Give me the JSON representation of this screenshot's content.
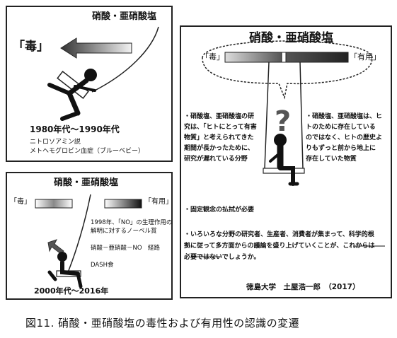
{
  "panel_top_left": {
    "title": "硝酸・亜硝酸塩",
    "label_poison": "「毒」",
    "era": "1980年代～1990年代",
    "note_line1": "ニトロソアミン説",
    "note_line2": "メトヘモグロビン血症（ブルーベビー）"
  },
  "panel_bottom_left": {
    "title": "硝酸・亜硝酸塩",
    "label_poison": "「毒」",
    "label_useful": "「有用」",
    "note_line1": "1998年、「NO」の生理作用の",
    "note_line2": "解明に対するノーベル賞",
    "note_line3": "硝酸－亜硝酸－NO　経路",
    "note_line4": "DASH食",
    "era": "2000年代～2016年"
  },
  "panel_right": {
    "title": "硝酸・亜硝酸塩",
    "label_poison": "「毒」",
    "label_useful": "「有用」",
    "left_text": [
      "・硝酸塩、亜硝酸塩の研",
      "究は、「ヒトにとって有害",
      "物質」と考えられてきた",
      "期間が長かったために、",
      "研究が遅れている分野"
    ],
    "right_text": [
      "・硝酸塩、亜硝酸塩は、ヒ",
      "トのために存在している",
      "のではなく、ヒトの歴史よ",
      "りもずっと前から地上に",
      "存在していた物質"
    ],
    "middle_text": "・固定観念の払拭が必要",
    "bottom_text": [
      "・いろいろな分野の研究者、生産者、消費者が集まって、科学的根",
      "拠に従って多方面からの議論を盛り上げていくことが、これからは",
      "必要ではないでしょうか。"
    ],
    "question_mark": "?",
    "credit": "徳島大学　土屋浩一郎　（2017）"
  },
  "caption": "図11.  硝酸・亜硝酸塩の毒性および有用性の認識の変遷"
}
